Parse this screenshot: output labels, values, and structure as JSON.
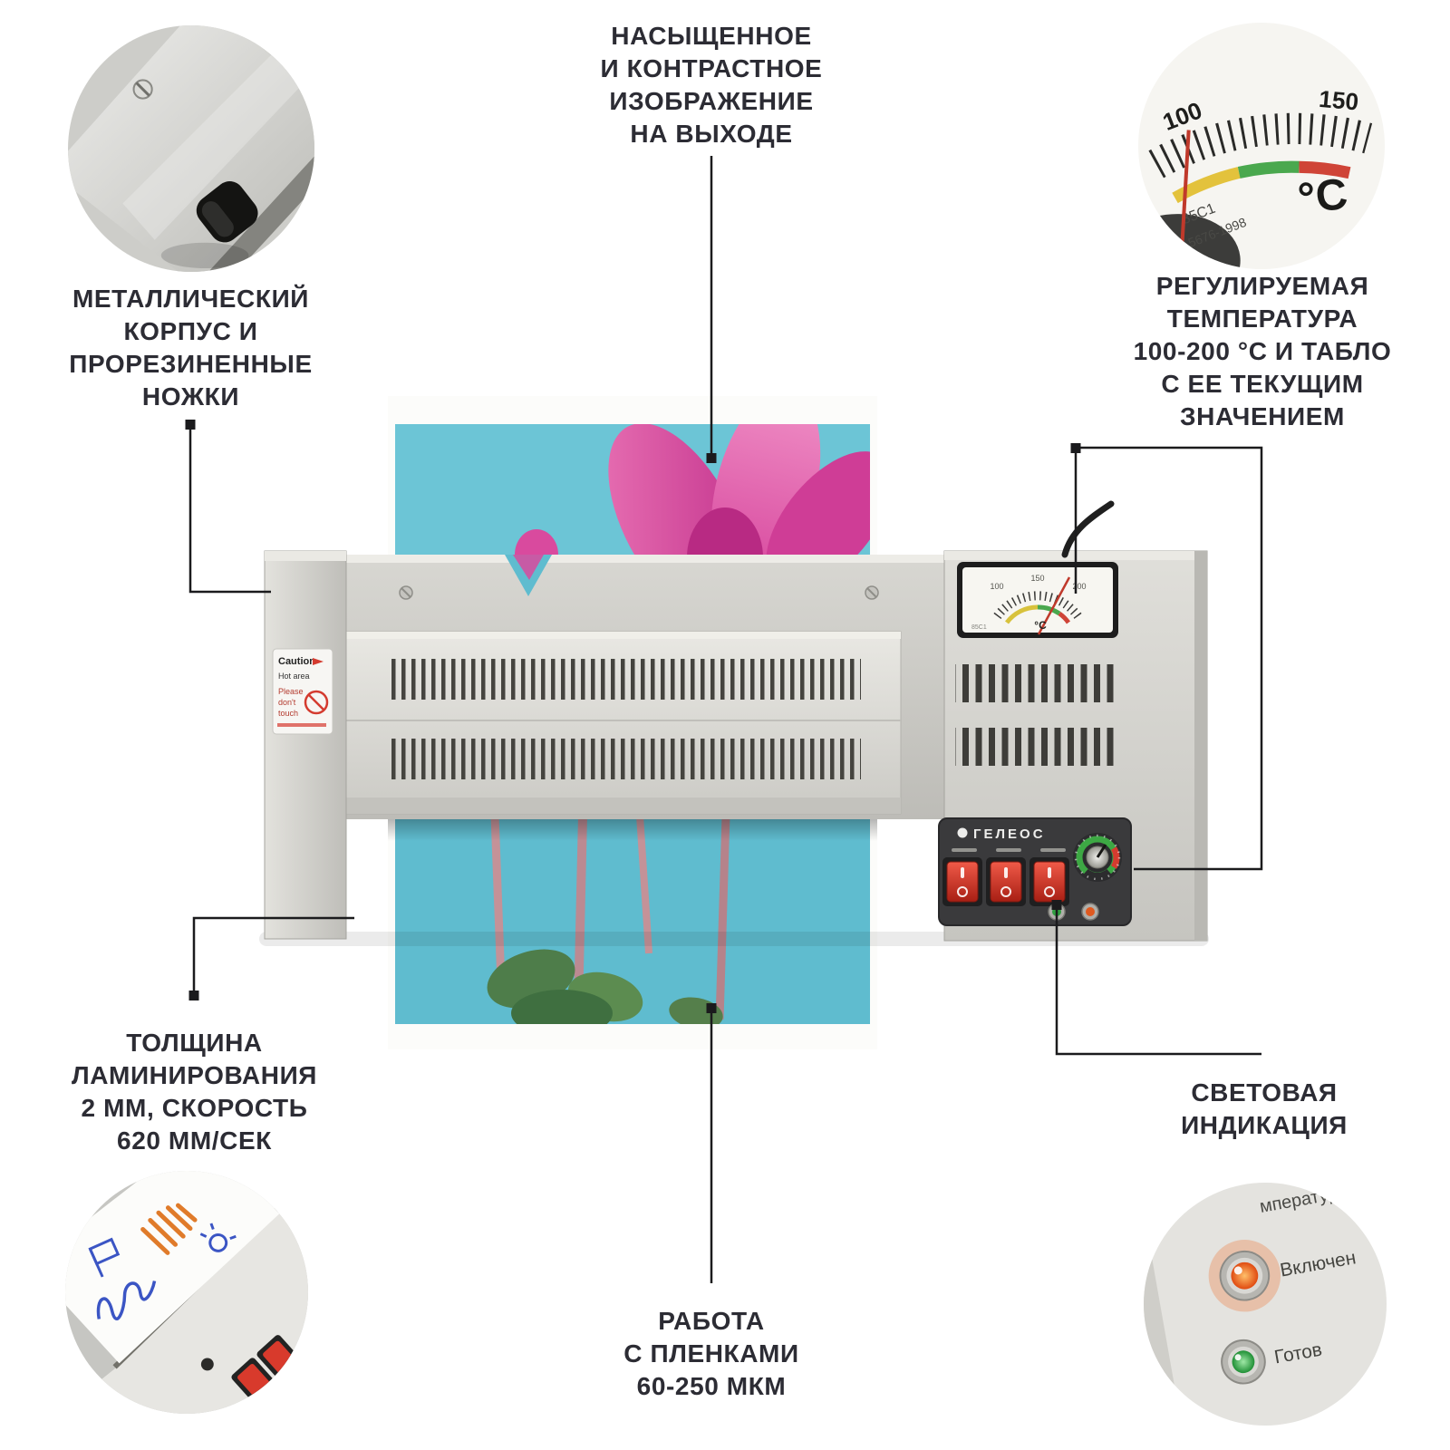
{
  "callouts": {
    "image_quality": {
      "text": "НАСЫЩЕННОЕ\nИ КОНТРАСТНОЕ\nИЗОБРАЖЕНИЕ\nНА ВЫХОДЕ"
    },
    "metal_body": {
      "text": "МЕТАЛЛИЧЕСКИЙ\nКОРПУС И\nПРОРЕЗИНЕННЫЕ\nНОЖКИ"
    },
    "adjustable_temperature": {
      "text": "РЕГУЛИРУЕМАЯ\nТЕМПЕРАТУРА\n100-200 °C И ТАБЛО\nС ЕЕ ТЕКУЩИМ\nЗНАЧЕНИЕМ"
    },
    "lamination_thickness": {
      "text": "ТОЛЩИНА\nЛАМИНИРОВАНИЯ\n2 ММ, СКОРОСТЬ\n620 ММ/СЕК"
    },
    "film_range": {
      "text": "РАБОТА\nС ПЛЕНКАМИ\n60-250 МКМ"
    },
    "light_indication": {
      "text": "СВЕТОВАЯ\nИНДИКАЦИЯ"
    }
  },
  "machine": {
    "brand": "ГЕЛЕОС",
    "caution": {
      "l1": "Caution",
      "l2": "Hot area",
      "l3": "Please",
      "l4": "don't",
      "l5": "touch"
    },
    "gauge": {
      "unit": "°C",
      "n100": "100",
      "n150": "150",
      "n200": "200",
      "model": "85C1"
    }
  },
  "insets": {
    "thermometer": {
      "n100": "100",
      "n150": "150",
      "unit": "°C",
      "model": "85C1",
      "standard": "5676-1998"
    },
    "indicators": {
      "power_label": "Включен",
      "ready_label": "Готов",
      "temperature_partial": "мпература"
    }
  },
  "colors": {
    "text": "#2c2c34",
    "photo_blue": "#6cc5d6",
    "flower_pink": "#d94a9e",
    "machine_gray": "#d8d7d2",
    "switch_red": "#d83a2c",
    "indicator_red": "#e0591f",
    "indicator_green": "#2f9e3f",
    "leader_line": "#1b1b1d"
  }
}
